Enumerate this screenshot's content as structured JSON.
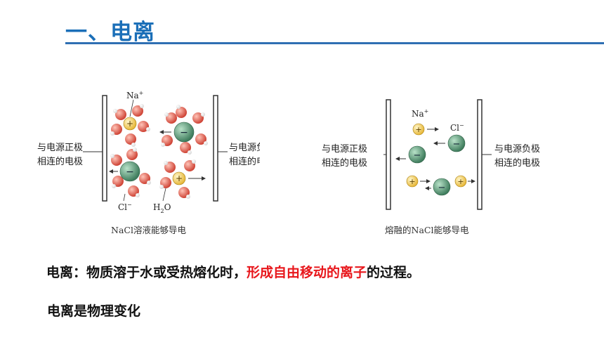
{
  "heading": {
    "title": "一、电离"
  },
  "figure_left": {
    "electrode_left": "与电源正极\n相连的电极",
    "electrode_right": "与电源负极\n相连的电极",
    "ion_na": "Na",
    "ion_na_sup": "+",
    "ion_cl": "Cl",
    "ion_cl_sup": "−",
    "water": "H",
    "water_sub": "2",
    "water_o": "O",
    "plus_sign": "+",
    "minus_sign": "−",
    "caption": "NaCl溶液能够导电"
  },
  "figure_right": {
    "electrode_left": "与电源正极\n相连的电极",
    "electrode_right": "与电源负极\n相连的电极",
    "ion_na": "Na",
    "ion_na_sup": "+",
    "ion_cl": "Cl",
    "ion_cl_sup": "−",
    "plus_sign": "+",
    "minus_sign": "−",
    "caption": "熔融的NaCl能够导电"
  },
  "definition": {
    "part1": "电离：物质溶于水或受热熔化时，",
    "highlight": "形成自由移动的离子",
    "part2": "的过程。"
  },
  "note": {
    "text": "电离是物理变化"
  },
  "colors": {
    "title": "#1b6fb8",
    "rule": "#2f6fb3",
    "highlight": "#e8171c",
    "sodium": "#f0c64a",
    "chloride": "#5a9b78",
    "water_oxygen": "#e2574c"
  }
}
